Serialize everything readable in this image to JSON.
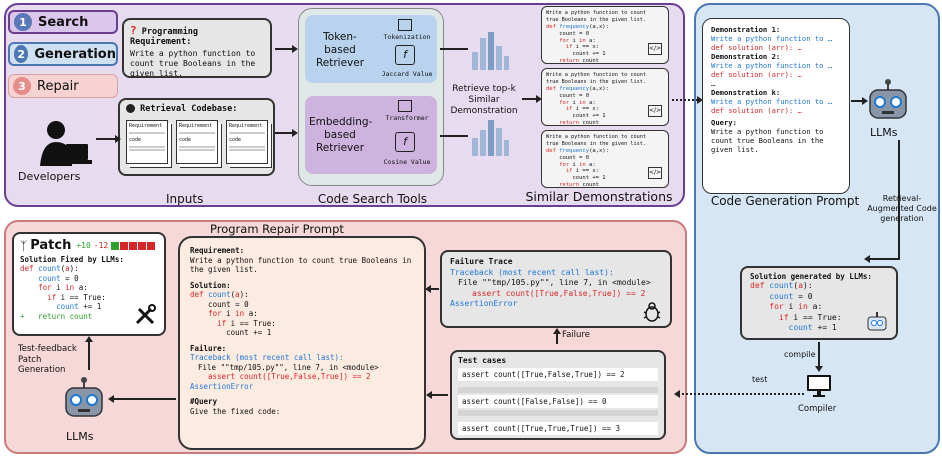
{
  "legend": {
    "search": {
      "num": "1",
      "label": "Search",
      "bg": "#d9c6ea",
      "border": "#6a3f8f",
      "circle": "#5b78b8"
    },
    "generation": {
      "num": "2",
      "label": "Generation",
      "bg": "#cfe0f3",
      "border": "#4b78b0",
      "circle": "#4b78b0"
    },
    "repair": {
      "num": "3",
      "label": "Repair",
      "bg": "#f6d2d2",
      "border": "#d8a0a0",
      "circle": "#e58c8c"
    }
  },
  "search": {
    "requirement": {
      "mark": "?",
      "title": "Programming Requirement:",
      "text": "Write a python function to count true Booleans in the given list."
    },
    "codebase": {
      "title": "Retrieval Codebase:",
      "doc_req": "Requirement",
      "doc_code": "code"
    },
    "developers_label": "Developers",
    "inputs_label": "Inputs",
    "tools": {
      "token": {
        "name": "Token-based Retriever",
        "icon1": "Tokenization",
        "icon2": "Jaccard Value"
      },
      "embedding": {
        "name": "Embedding-based Retriever",
        "icon1": "Transformer",
        "icon2": "Cosine Value"
      },
      "label": "Code Search Tools"
    },
    "retrieve_label": "Retrieve top-k Similar Demonstration",
    "demos": {
      "label": "Similar Demonstrations",
      "lines": [
        "Write a python function to count",
        "true Booleans in the given list."
      ]
    }
  },
  "generation": {
    "prompt_title": "Code Generation Prompt",
    "demo1": "Demonstration 1:",
    "demo2": "Demonstration 2:",
    "demok": "Demonstration k:",
    "write": "Write a python function to …",
    "defsol": "def solution (arr): …",
    "dots": "…",
    "query": "Query:",
    "query_text": "Write a python function to count true Booleans in the given list.",
    "llm_label": "LLMs",
    "retrieval_note": "Retrieval-Augmented Code generation",
    "solution_title": "Solution generated by LLMs:",
    "compile_label": "compile",
    "compiler_label": "Compiler",
    "test_label": "test"
  },
  "repair": {
    "prompt_title": "Program Repair Prompt",
    "patch": {
      "title": "Patch",
      "plus": "+10",
      "minus": "-12",
      "heading": "Solution Fixed by LLMs:"
    },
    "feedback_label": "Test-feedback Patch Generation",
    "llm_label": "LLMs",
    "prompt": {
      "req_title": "Requirement:",
      "req_text": "Write a python function to count true Booleans in the given list.",
      "sol_title": "Solution:",
      "fail_title": "Failure:",
      "query_title": "#Query",
      "query_text": "Give the fixed code:"
    },
    "trace": {
      "title": "Failure Trace",
      "line1": "Traceback (most recent call last):",
      "line2": "File \"\"tmp/105.py\"\", line 7, in <module>",
      "line3": "assert count([True,False,True]) == 2",
      "line4": "AssertionError"
    },
    "failure_label": "Failure",
    "tests": {
      "title": "Test cases",
      "cases": [
        "assert count([True,False,True]) == 2",
        "assert count([False,False]) == 0",
        "assert count([True,True,True]) == 3"
      ]
    }
  }
}
